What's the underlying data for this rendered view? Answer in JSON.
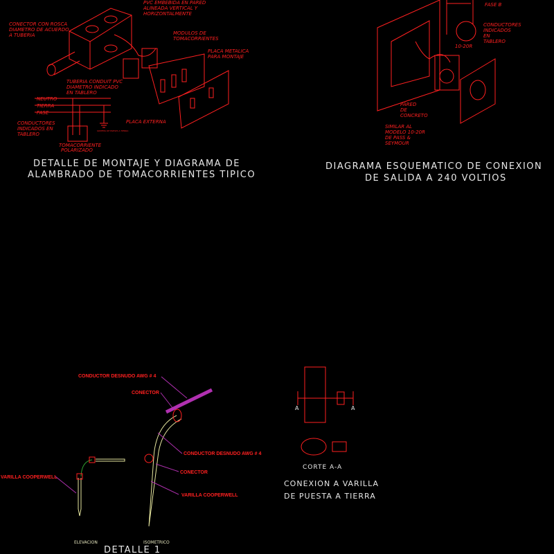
{
  "detail_montaje": {
    "labels": {
      "pvc_box": [
        "PVC EMBEBIDA EN PARED",
        "ALINEADA VERTICAL Y",
        "HORIZONTALMENTE"
      ],
      "conector": [
        "CONECTOR CON ROSCA",
        "DIAMETRO DE ACUERDO",
        "A TUBERIA"
      ],
      "modulos": [
        "MODULOS DE",
        "TOMACORRIENTES"
      ],
      "placa_metalica": [
        "PLACA METALICA",
        "PARA MONTAJE"
      ],
      "tuberia": [
        "TUBERIA  CONDUIT PVC",
        "DIAMETRO INDICADO",
        "EN TABLERO"
      ],
      "neutro": "NEUTRO",
      "tierra": "TIERRA",
      "fase": "FASE",
      "conductores": [
        "CONDUCTORES",
        "INDICADOS EN",
        "TABLERO"
      ],
      "sistema_tierra": "SISTEMA DE PUESTA A TIERRA",
      "tomacorriente": [
        "TOMACORRIENTE",
        "POLARIZADO"
      ],
      "placa_externa": "PLACA EXTERNA"
    },
    "title": [
      "DETALLE DE MONTAJE Y DIAGRAMA DE",
      "ALAMBRADO DE TOMACORRIENTES TIPICO"
    ]
  },
  "diagrama_240": {
    "labels": {
      "fase_b": "FASE B",
      "conductores": [
        "CONDUCTORES",
        "INDICADOS",
        "EN",
        "TABLERO"
      ],
      "modelo_receptaculo": "10-20R",
      "pared": [
        "PARED",
        "DE",
        "CONCRETO"
      ],
      "similar": [
        "SIMILAR AL",
        "MODELO 10-20R",
        "DE PASS &",
        "SEYMOUR"
      ]
    },
    "title": [
      "DIAGRAMA ESQUEMATICO DE CONEXION",
      "DE SALIDA A 240 VOLTIOS"
    ]
  },
  "detalle_1": {
    "labels": {
      "conductor_top": "CONDUCTOR DESNUDO AWG # 4",
      "conector_top": "CONECTOR",
      "conductor_mid": "CONDUCTOR DESNUDO AWG # 4",
      "conector_mid": "CONECTOR",
      "varilla_right": "VARILLA COOPERWELL",
      "varilla_left": "VARILLA COOPERWELL",
      "elevacion": "ELEVACION",
      "isometrico": "ISOMETRICO"
    },
    "title": "DETALLE 1"
  },
  "conexion_varilla": {
    "section_mark": "A",
    "corte": "CORTE A-A",
    "title": [
      "CONEXION A VARILLA",
      "DE PUESTA A TIERRA"
    ]
  },
  "colors": {
    "background": "#000000",
    "annotation": "#ff2020",
    "conductor": "#b030b0",
    "rod": "#e8e8a0",
    "title": "#e8e8e8"
  }
}
